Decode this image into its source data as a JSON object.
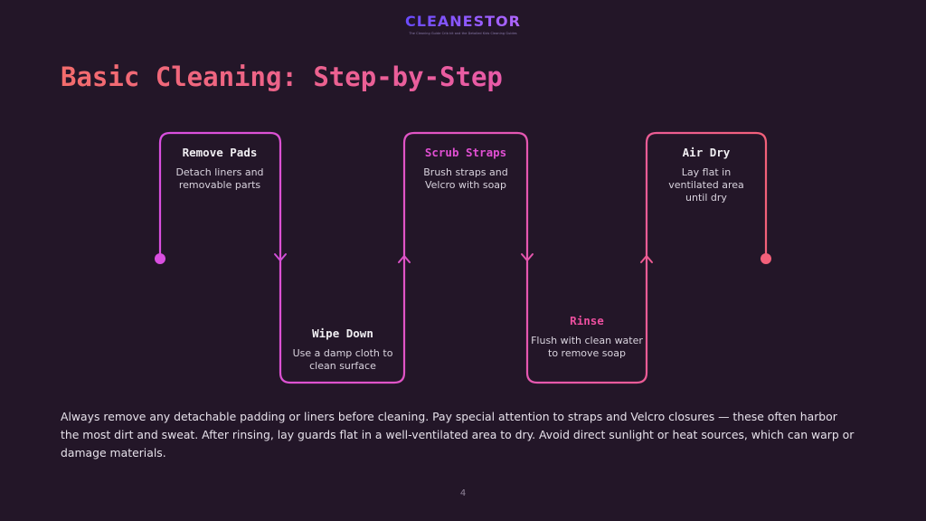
{
  "logo": {
    "name": "CLEANESTOR",
    "tagline": "The Cleaning Guide Crib kit and the Detailed Kids Cleaning Guides"
  },
  "slide": {
    "title": "Basic Cleaning: Step-by-Step",
    "page_number": "4",
    "body": "Always remove any detachable padding or liners before cleaning. Pay special attention to straps and Velcro closures — these often harbor the most dirt and sweat. After rinsing, lay guards flat in a well-ventilated area to dry. Avoid direct sunlight or heat sources, which can warp or damage materials."
  },
  "steps": [
    {
      "title": "Remove Pads",
      "desc": "Detach liners and removable parts"
    },
    {
      "title": "Wipe Down",
      "desc": "Use a damp cloth to clean surface"
    },
    {
      "title": "Scrub Straps",
      "desc": "Brush straps and Velcro with soap"
    },
    {
      "title": "Rinse",
      "desc": "Flush with clean water to remove soap"
    },
    {
      "title": "Air Dry",
      "desc": "Lay flat in ventilated area until dry"
    }
  ],
  "colors": {
    "background": "#231628",
    "line_start": "#d94fe0",
    "line_end": "#f3607a",
    "accent_purple": "#e04fd2",
    "accent_pink": "#ec4f9f"
  }
}
